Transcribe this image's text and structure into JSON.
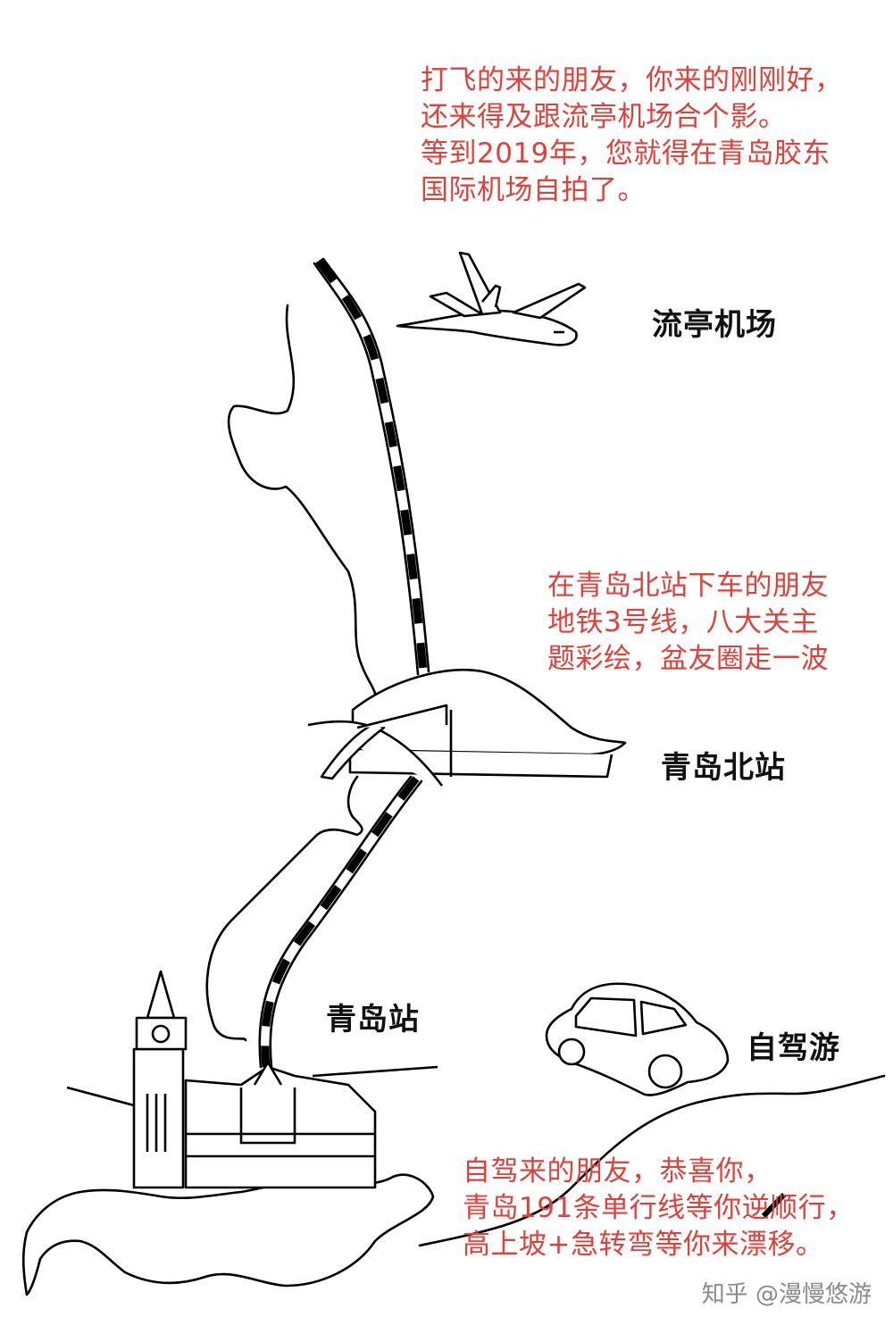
{
  "notes": {
    "airport": [
      "打飞的来的朋友，你来的刚刚好，",
      "还来得及跟流亭机场合个影。",
      "等到2019年，您就得在青岛胶东",
      "国际机场自拍了。"
    ],
    "north_station": [
      "在青岛北站下车的朋友",
      "地铁3号线，八大关主",
      "题彩绘，盆友圈走一波"
    ],
    "self_drive": [
      "自驾来的朋友，恭喜你，",
      "青岛191条单行线等你逆顺行，",
      "高上坡+急转弯等你来漂移。"
    ]
  },
  "places": {
    "airport": "流亭机场",
    "north_station": "青岛北站",
    "station": "青岛站",
    "self_drive": "自驾游"
  },
  "watermark": "知乎 @漫慢悠游",
  "colors": {
    "note_text": "#e0403a",
    "label_text": "#111111",
    "line_art": "#000000"
  }
}
